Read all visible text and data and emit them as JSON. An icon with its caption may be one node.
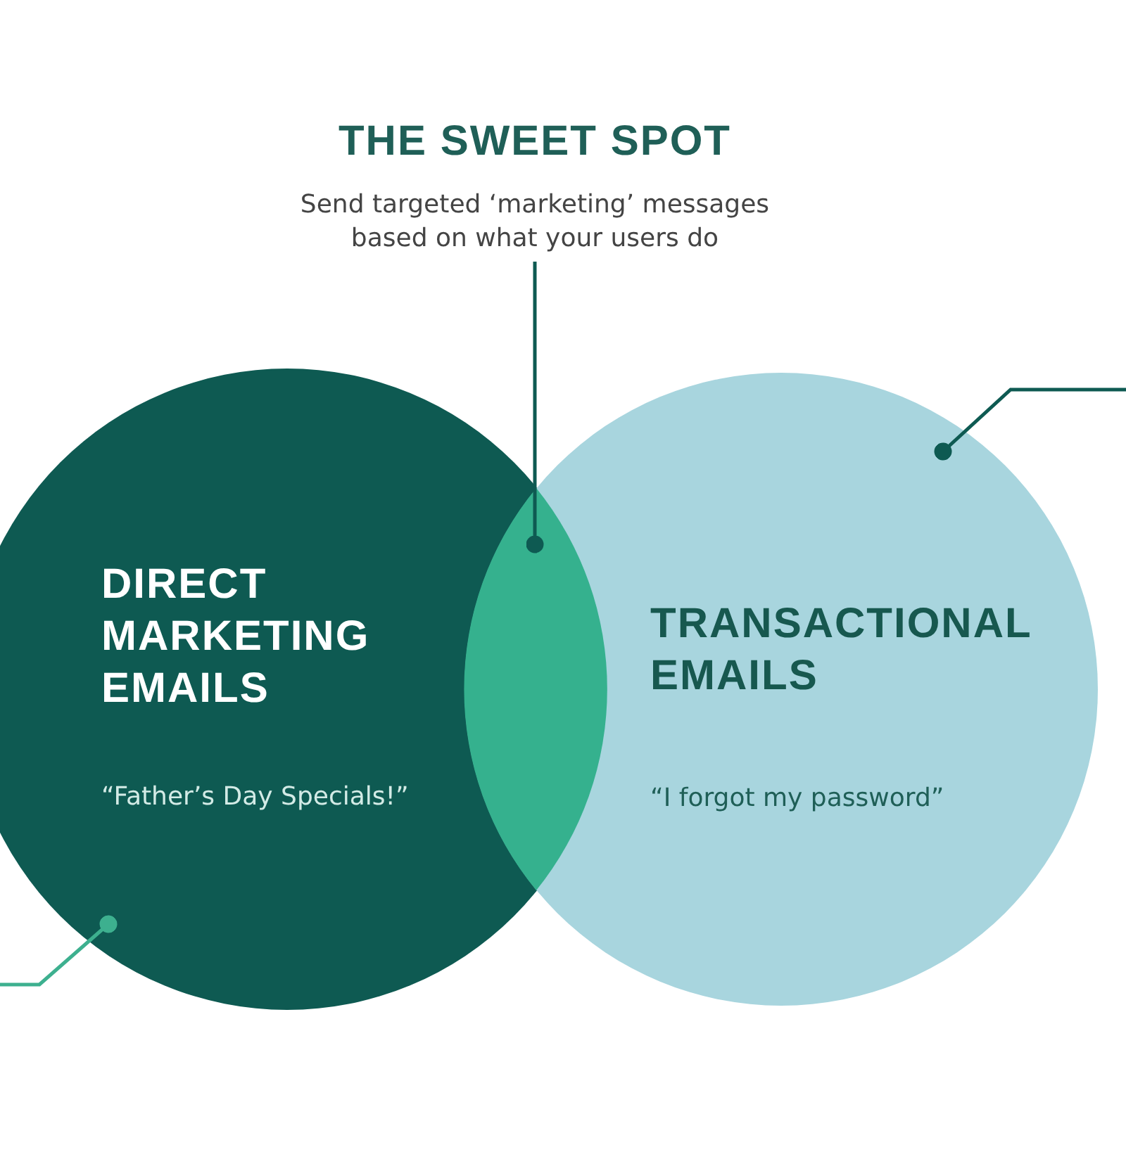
{
  "diagram": {
    "nodes": [
      {
        "text": [
          "THE SWEET SPOT",
          "Send targeted ‘marketing’ messages based on what your users do"
        ]
      },
      {
        "text": [
          "DIRECT MARKETING EMAILS",
          "“Father’s Day Specials!”"
        ]
      },
      {
        "text": [
          "TRANSACTIONAL EMAILS",
          "“I forgot my password”"
        ]
      },
      {
        "text": [],
        "shape": "lens"
      }
    ],
    "edges": [
      {
        "from": 0,
        "to": 3,
        "arrow": "other"
      },
      {
        "from": null,
        "to": 2,
        "arrow": "other"
      },
      {
        "from": null,
        "to": 1,
        "arrow": "other",
        "color": "#3db08f"
      }
    ]
  }
}
